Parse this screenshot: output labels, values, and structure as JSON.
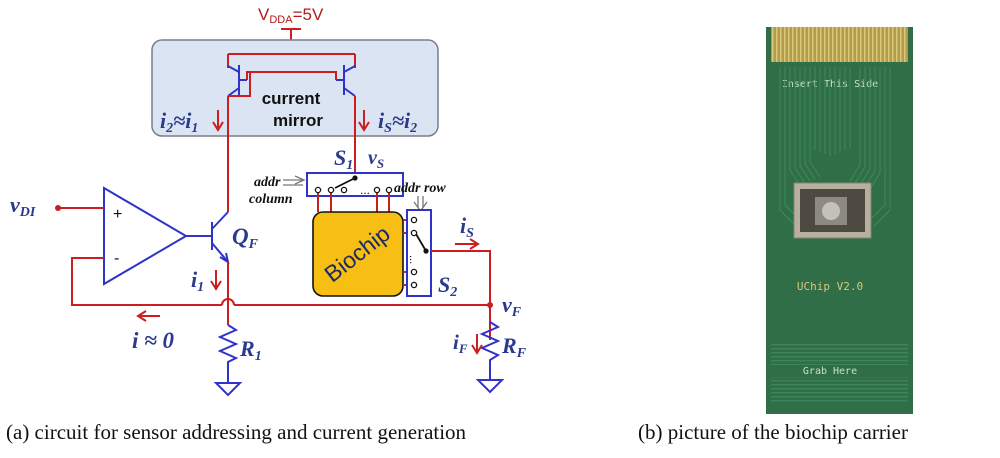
{
  "supply_label": "V",
  "supply_sub": "DDA",
  "supply_value": "=5V",
  "current_mirror_line1": "current",
  "current_mirror_line2": "mirror",
  "i2_eq": "i",
  "i2_sub": "2",
  "approx": "≈",
  "i1_sub": "1",
  "iS_sub": "S",
  "s1_label": "S",
  "s1_sub": "1",
  "vs_label": "v",
  "vs_sub": "S",
  "addr_column_1": "addr",
  "addr_column_2": "column",
  "addr_row": "addr row",
  "vdi_label": "v",
  "vdi_sub": "DI",
  "opamp_plus": "+",
  "opamp_minus": "-",
  "qf_label": "Q",
  "qf_sub": "F",
  "biochip_label": "Biochip",
  "s2_label": "S",
  "s2_sub": "2",
  "is_label": "i",
  "is_sub": "S",
  "i1_label": "i",
  "i1_label_sub": "1",
  "vf_label": "v",
  "vf_sub": "F",
  "i_approx_zero": "i ≈ 0",
  "r1_label": "R",
  "r1_sub": "1",
  "if_label": "i",
  "if_sub": "F",
  "rf_label": "R",
  "rf_sub": "F",
  "dots": "...",
  "pcb_insert": "Insert This Side",
  "pcb_model": "UChip V2.0",
  "pcb_grab": "Grab Here",
  "caption_a": "(a)  circuit for sensor addressing and current generation",
  "caption_b": "(b)  picture of the biochip carrier",
  "colors": {
    "wire_red": "#cc1e1e",
    "wire_blue": "#2f33c9",
    "label_navy": "#2b3a8c",
    "mirror_box": "#dbe4f2",
    "biochip_fill": "#f7bf14",
    "pcb_green": "#2f6e46"
  }
}
